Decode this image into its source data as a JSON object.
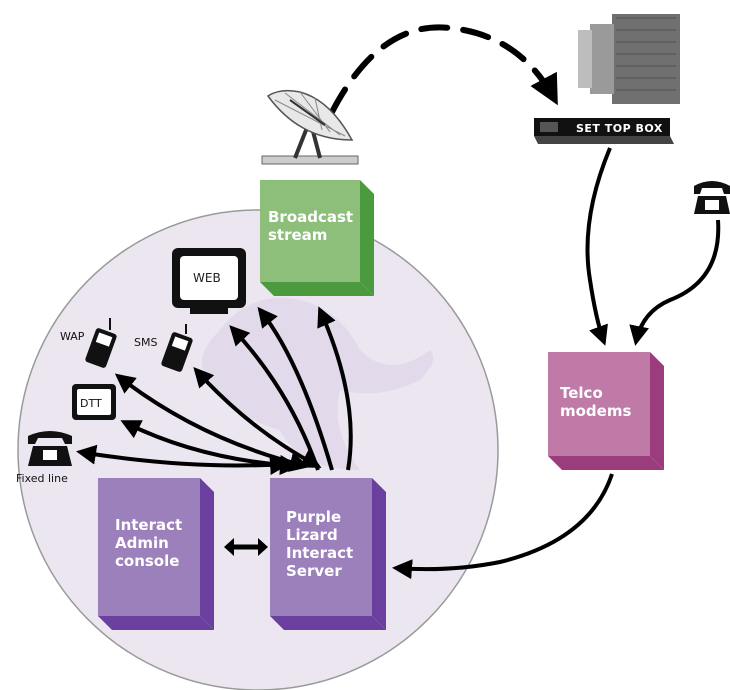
{
  "nodes": {
    "broadcast": {
      "lines": [
        "Broadcast",
        "stream"
      ]
    },
    "telco": {
      "lines": [
        "Telco",
        "modems"
      ]
    },
    "admin": {
      "lines": [
        "Interact",
        "Admin",
        "console"
      ]
    },
    "server": {
      "lines": [
        "Purple",
        "Lizard",
        "Interact",
        "Server"
      ]
    },
    "set_top_box": "SET TOP BOX",
    "web": "WEB",
    "dtt": "DTT",
    "wap": "WAP",
    "sms": "SMS",
    "fixed_line": "Fixed line"
  },
  "icons": {
    "satellite": "satellite-dish-icon",
    "tv": "television-icon",
    "phone": "telephone-icon",
    "mobile": "mobile-phone-icon"
  },
  "colors": {
    "broadcast": "#7db36a",
    "telco": "#b56aa0",
    "purple": "#9678b4",
    "circle": "#ece6f0"
  }
}
